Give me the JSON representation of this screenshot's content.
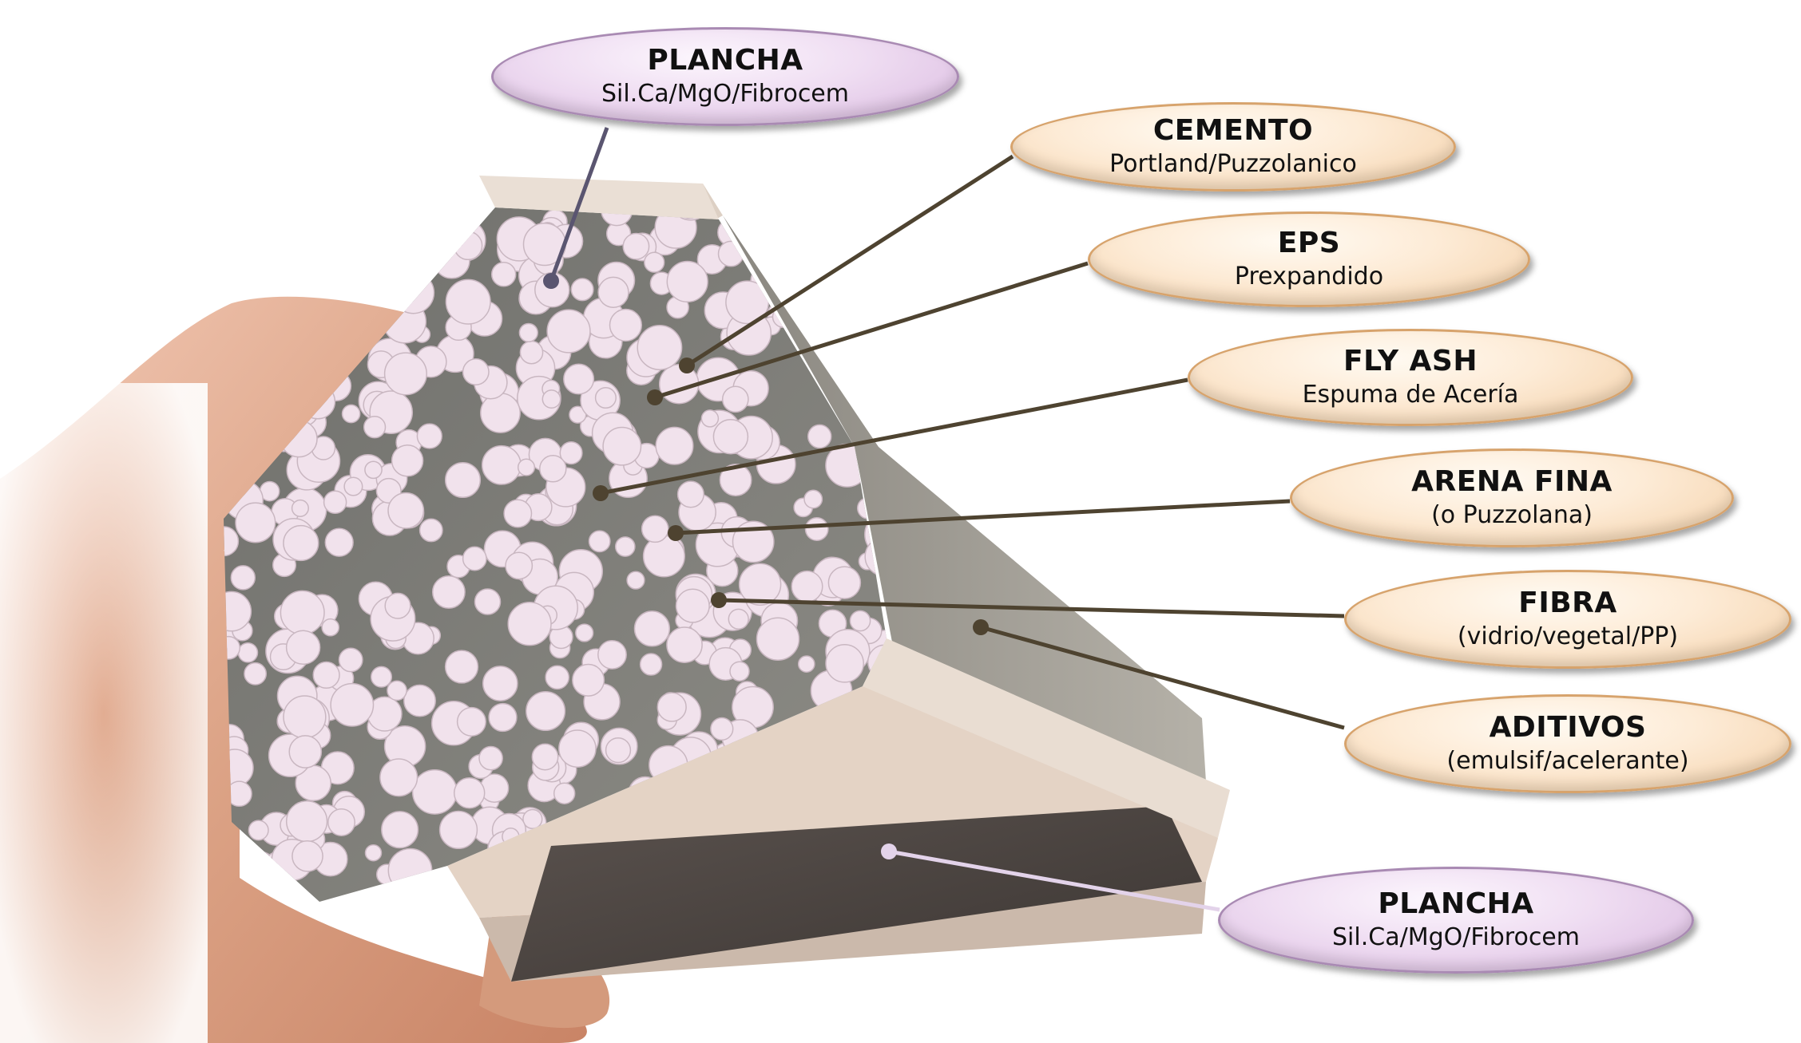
{
  "labels": [
    {
      "key": "plancha_top",
      "title": "PLANCHA",
      "subtitle": "Sil.Ca/MgO/Fibrocem",
      "color": "purple"
    },
    {
      "key": "cemento",
      "title": "CEMENTO",
      "subtitle": "Portland/Puzzolanico",
      "color": "orange"
    },
    {
      "key": "eps",
      "title": "EPS",
      "subtitle": "Prexpandido",
      "color": "orange"
    },
    {
      "key": "fly_ash",
      "title": "FLY ASH",
      "subtitle": "Espuma de Acería",
      "color": "orange"
    },
    {
      "key": "arena_fina",
      "title": "ARENA FINA",
      "subtitle": "(o Puzzolana)",
      "color": "orange"
    },
    {
      "key": "fibra",
      "title": "FIBRA",
      "subtitle": "(vidrio/vegetal/PP)",
      "color": "orange"
    },
    {
      "key": "aditivos",
      "title": "ADITIVOS",
      "subtitle": "(emulsif/acelerante)",
      "color": "orange"
    },
    {
      "key": "plancha_bottom",
      "title": "PLANCHA",
      "subtitle": "Sil.Ca/MgO/Fibrocem",
      "color": "purple"
    }
  ],
  "colors": {
    "leader_line": "#4e4330",
    "leader_line_purple": "#5a5570",
    "leader_line_light": "#e3d3ea",
    "board": "#e8d8cc",
    "core_grey": "#7f7f7b",
    "bead": "#f1e2ec",
    "skin": "#e0a98c"
  }
}
